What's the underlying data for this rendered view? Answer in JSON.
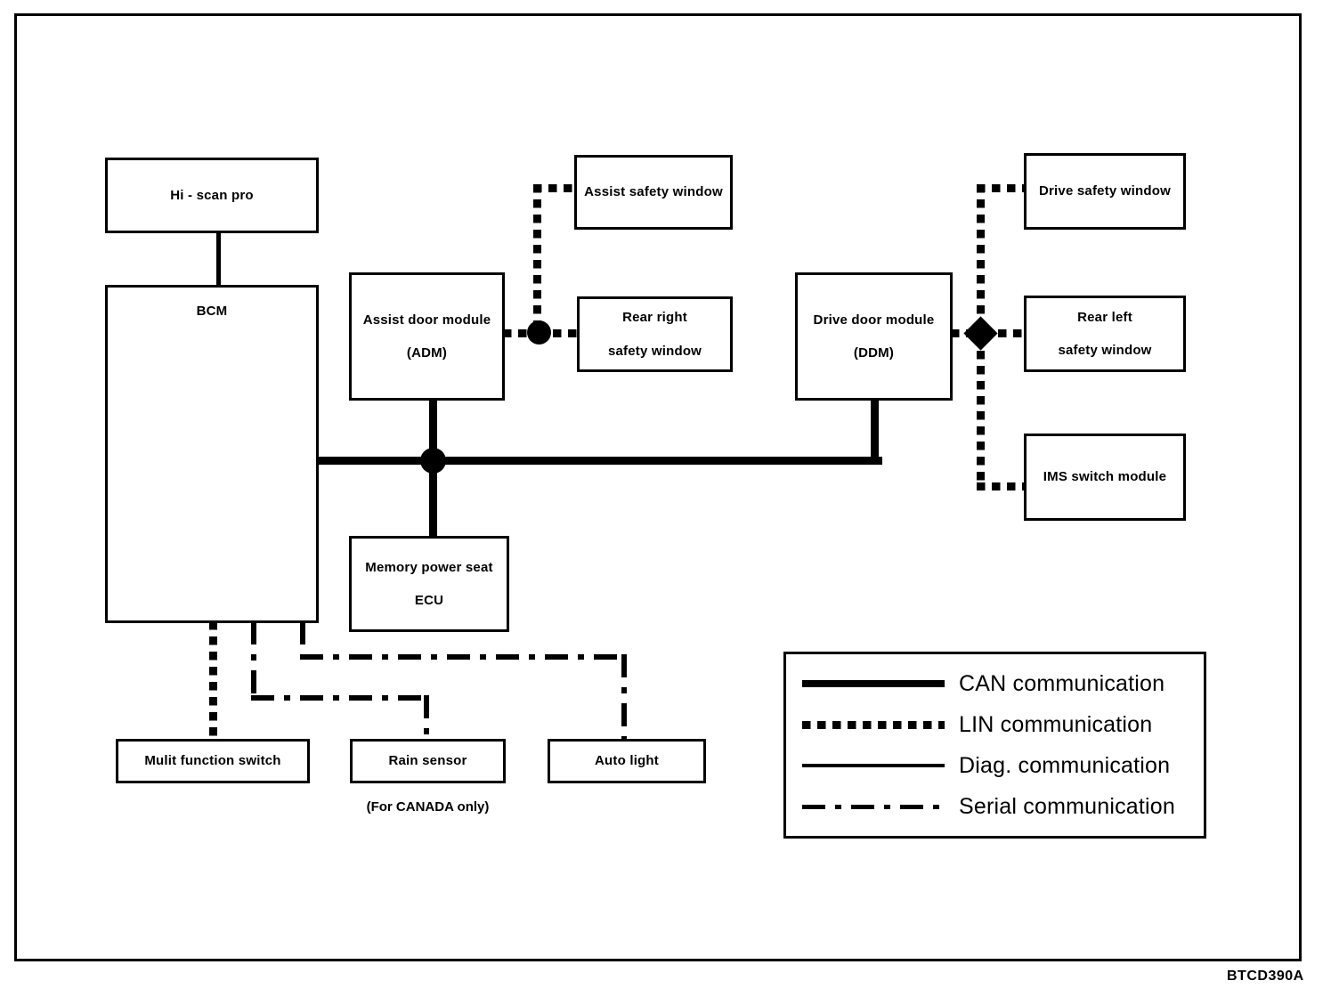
{
  "figure": {
    "id_caption": "BTCD390A",
    "canada_note": "(For CANADA only)"
  },
  "nodes": {
    "hi_scan_pro": {
      "line1": "Hi - scan pro"
    },
    "bcm": {
      "line1": "BCM"
    },
    "assist_door_module": {
      "line1": "Assist door module",
      "line2": "(ADM)"
    },
    "drive_door_module": {
      "line1": "Drive door module",
      "line2": "(DDM)"
    },
    "memory_power_seat": {
      "line1": "Memory power seat",
      "line2": "ECU"
    },
    "assist_safety_window": {
      "line1": "Assist safety window"
    },
    "rear_right_safety_window": {
      "line1": "Rear right",
      "line2": "safety window"
    },
    "drive_safety_window": {
      "line1": "Drive safety window"
    },
    "rear_left_safety_window": {
      "line1": "Rear left",
      "line2": "safety window"
    },
    "ims_switch_module": {
      "line1": "IMS switch module"
    },
    "multi_function_switch": {
      "line1": "Mulit function switch"
    },
    "rain_sensor": {
      "line1": "Rain sensor"
    },
    "auto_light": {
      "line1": "Auto light"
    }
  },
  "legend": {
    "rows": [
      {
        "style": "can",
        "label": "CAN communication"
      },
      {
        "style": "lin",
        "label": "LIN communication"
      },
      {
        "style": "diag",
        "label": "Diag. communication"
      },
      {
        "style": "serial",
        "label": "Serial communication"
      }
    ]
  },
  "colors": {
    "line": "#000000",
    "background": "#ffffff",
    "box_border": "#000000"
  }
}
